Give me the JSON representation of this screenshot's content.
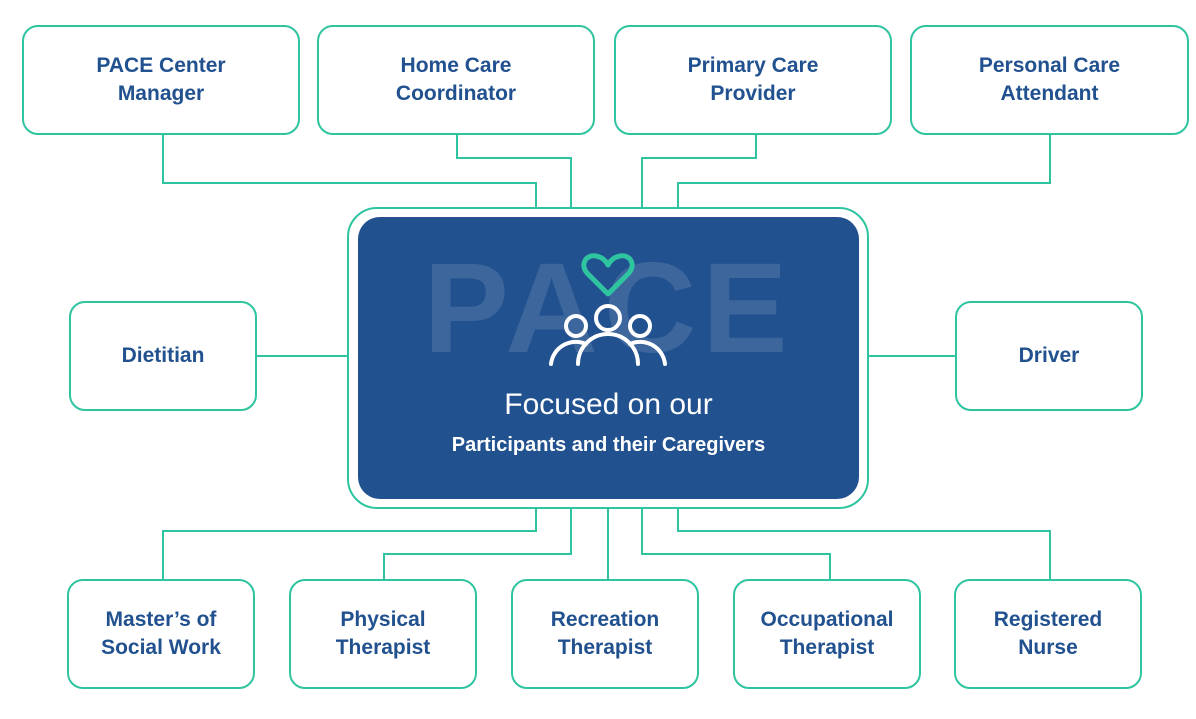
{
  "colors": {
    "accent": "#2ec4a0",
    "navy": "#22518f",
    "text": "#21518f"
  },
  "center": {
    "watermark": "PACE",
    "line1": "Focused on our",
    "line2": "Participants and their Caregivers",
    "icons": [
      "heart-icon",
      "group-people-icon"
    ]
  },
  "roles": {
    "top": [
      [
        "PACE Center",
        "Manager"
      ],
      [
        "Home Care",
        "Coordinator"
      ],
      [
        "Primary Care",
        "Provider"
      ],
      [
        "Personal Care",
        "Attendant"
      ]
    ],
    "left": "Dietitian",
    "right": "Driver",
    "bottom": [
      [
        "Master’s of",
        "Social Work"
      ],
      [
        "Physical",
        "Therapist"
      ],
      [
        "Recreation",
        "Therapist"
      ],
      [
        "Occupational",
        "Therapist"
      ],
      [
        "Registered",
        "Nurse"
      ]
    ]
  }
}
